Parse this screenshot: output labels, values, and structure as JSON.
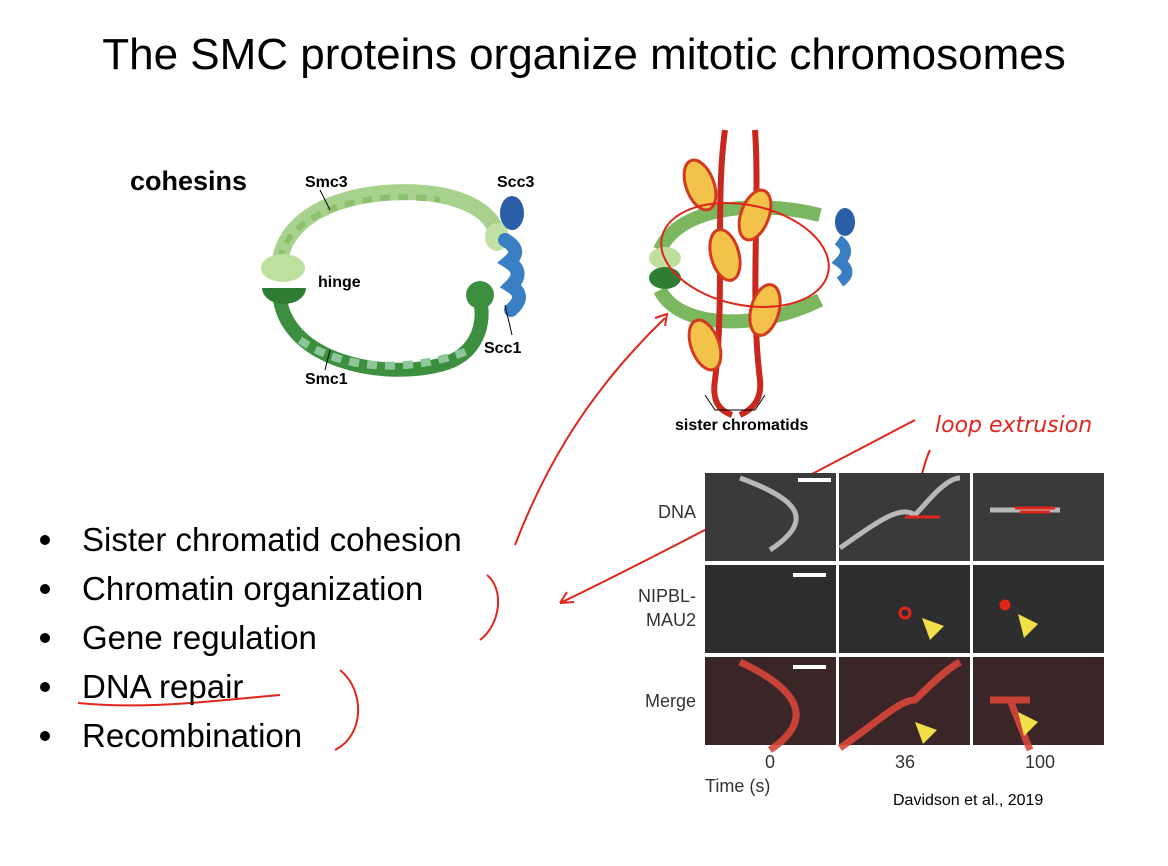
{
  "title": "The SMC proteins organize mitotic chromosomes",
  "diagram": {
    "heading": "cohesins",
    "labels": {
      "smc3": "Smc3",
      "smc1": "Smc1",
      "hinge": "hinge",
      "scc3": "Scc3",
      "scc1": "Scc1",
      "sister": "sister chromatids"
    }
  },
  "bullets": [
    "Sister chromatid cohesion",
    "Chromatin organization",
    "Gene regulation",
    "DNA repair",
    "Recombination"
  ],
  "micrograph": {
    "rows": [
      "DNA",
      "NIPBL-\nMAU2",
      "Merge"
    ],
    "row_line1": [
      "DNA",
      "NIPBL-",
      "Merge"
    ],
    "row_line2": [
      "",
      "MAU2",
      ""
    ],
    "times": [
      "0",
      "36",
      "100"
    ],
    "xlabel": "Time (s)"
  },
  "annotation": "loop extrusion",
  "citation": "Davidson et al., 2019",
  "colors": {
    "annotation": "#e0261b",
    "light_green": "#a9d18e",
    "dark_green": "#3b8f3e",
    "blue": "#3a7fc4",
    "yellow": "#f2d14a"
  }
}
